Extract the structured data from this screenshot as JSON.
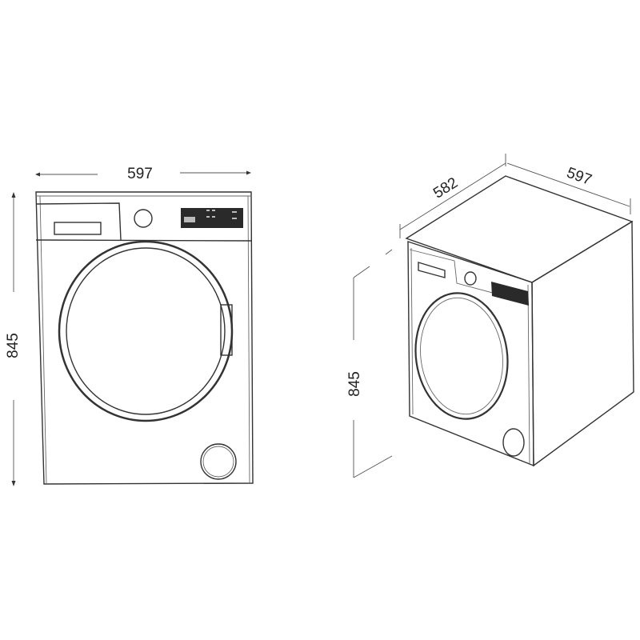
{
  "front_view": {
    "width_label": "597",
    "height_label": "845"
  },
  "iso_view": {
    "depth_label": "582",
    "width_label": "597",
    "height_label": "845"
  },
  "colors": {
    "line": "#333333",
    "display": "#2a2a2a"
  }
}
